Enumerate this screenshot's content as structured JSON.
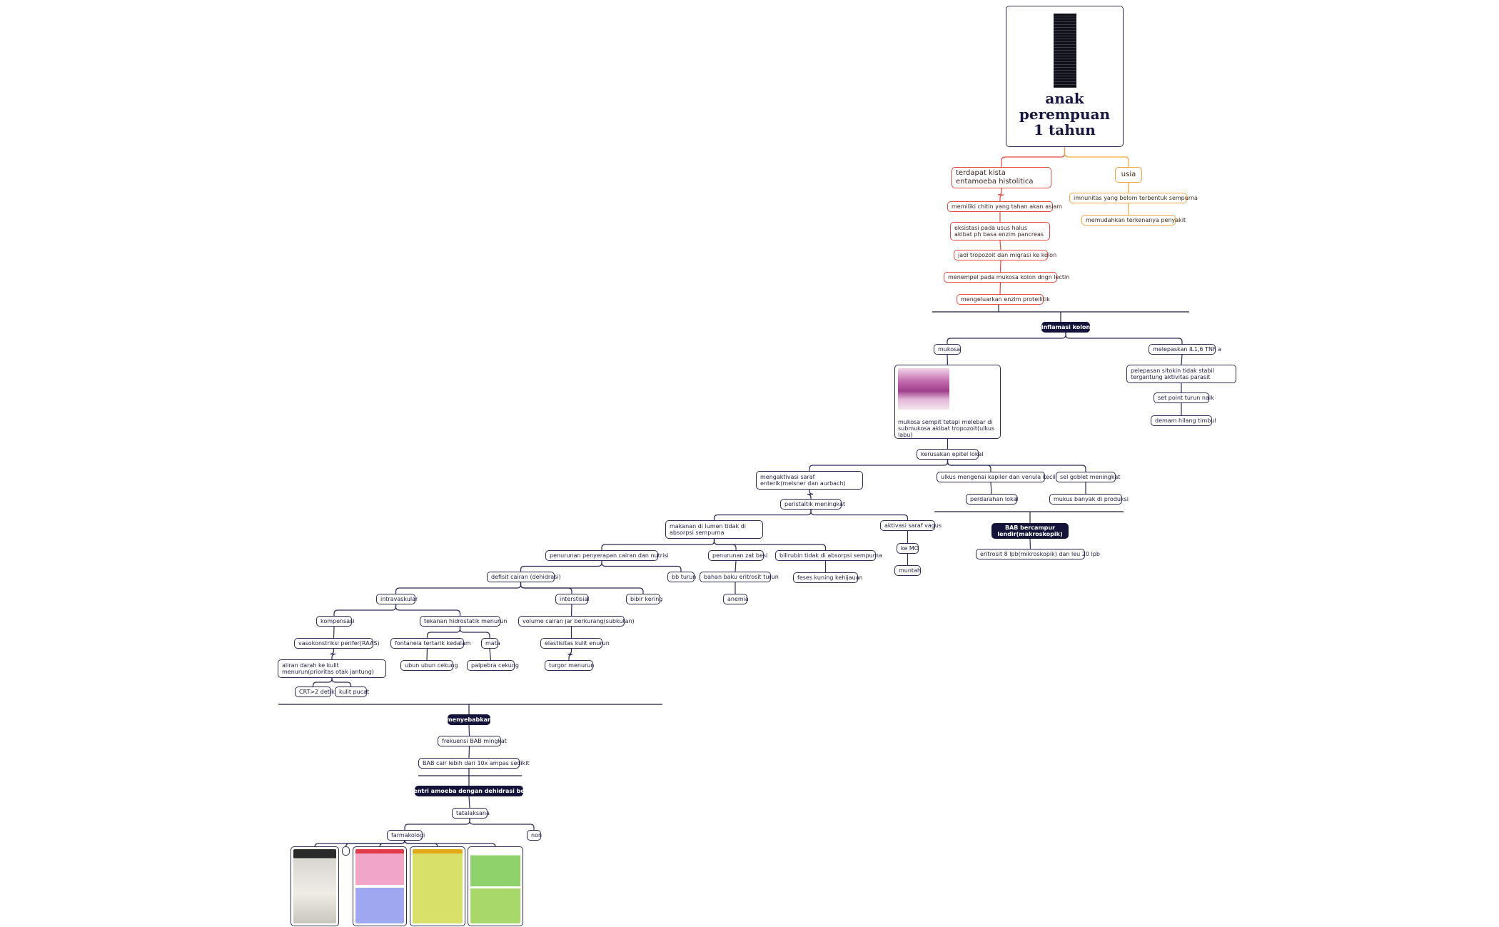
{
  "root": {
    "title": "anak perempuan 1 tahun"
  },
  "nodes": {
    "kista": "terdapat kista entamoeba histolitica",
    "usia": "usia",
    "chitin": "memiliki chitin yang tahan akan asiam",
    "eksistasi": "eksistasi pada usus halus akibat ph basa enzim pancreas",
    "tropozoit": "jadi tropozoit dan migrasi ke kolon",
    "menempel": "menempel pada mukosa kolon dngn lectin",
    "enzim": "mengeluarkan enzim proteilitik",
    "imunitas": "imnunitas yang belom terbentuk sempurna",
    "memudahkan": "memudahkan terkenanya penyakit",
    "inflamasi": "inflamasi kolon",
    "mukosa": "mukosa",
    "melepaskan": "melepaskan IL1,6 TNF a",
    "mukosa_desc": "mukosa sempit tetapi melebar di submukosa akibat tropozoit(ulkus labu)",
    "pelepasan": "pelepasan sitokin tidak stabil tergantung aktivitas parasit",
    "setpoint": "set point turun naik",
    "demam": "demam hilang timbul",
    "kerusakan": "kerusakan epitel lokal",
    "mengaktivasi": "mengaktivasi saraf enterik(meisner dan aurbach)",
    "ulkus": "ulkus mengenai kapiler dan venula kecil",
    "goblet": "sel goblet meningkat",
    "perdarahan": "perdarahan lokal",
    "mukus": "mukus banyak di produksi",
    "bab_darah": "BAB  bercampur lendir(makroskopik)",
    "eritrosit": "eritrosit 8 lpb(mikroskopik) dan leu 20 lpb",
    "peristaltik": "peristaltik  meningkat",
    "makanan": "makanan di lumen tidak di absorpsi sempurna",
    "aktivasi_vagus": "aktivasi saraf vagus",
    "ke_mo": "ke MO",
    "muntah": "muntah",
    "penurunan_cairan": "penurunan penyerapan cairan dan nutrisi",
    "penurunan_besi": "penurunan zat besi",
    "bilirubin": "bilirubin tidak di absorpsi sempurna",
    "feses": "feses kuning kehijauan",
    "defisit": "defisit cairan (dehidrasi)",
    "bb_turun": "bb turun",
    "bahan_baku": "bahan baku eritrosit turun",
    "anemia": "anemia",
    "intravaskular": "intravaskular",
    "interstisial": "interstisial",
    "bibir": "bibir kering",
    "kompensasi": "kompensasi",
    "tekanan": "tekanan hidrostatik menurun",
    "volume": "volume cairan jar berkurang(subkutan)",
    "vasokonstriksi": "vasokonstriksi perifer(RAAS)",
    "fontanela": "fontanela tertarik kedalam",
    "mata": "mata",
    "elastisitas": "elastisitas kulit enurun",
    "aliran": "aliran darah ke kulit menurun(prioritas otak jantung)",
    "ubun": "ubun ubun cekung",
    "palpebra": "palpebra cekung",
    "turgor": "turgor menurun",
    "crt": "CRT>2 detik",
    "kulit_pucat": "kulit pucat",
    "menyebabkan": "menyebabkan",
    "frekuensi": "frekuensi BAB mingkat",
    "bab_cair": "BAB cair lebih dari 10x ampas sedikit",
    "disentri": "disentri amoeba dengan dehidrasi berat",
    "tatalaksana": "tatalaksana",
    "farmakologi": "farmakologi",
    "non": "non"
  },
  "colors": {
    "dark_node": "#14143a",
    "default_border": "#2b2b57",
    "red_branch": "#e4483f",
    "orange_branch": "#f4a43c",
    "histology": "#b4579f",
    "thumb_pink": "#f1a6c8",
    "thumb_yellow": "#d8e06a",
    "thumb_green": "#8fd16b"
  },
  "icons": {
    "root_thumbnail": "document-image",
    "histology_image": "histology-micrograph",
    "reference_cards": [
      "handwritten-note",
      "pink-reference-sheet",
      "yellow-reference-sheet",
      "green-reference-sheet"
    ]
  }
}
